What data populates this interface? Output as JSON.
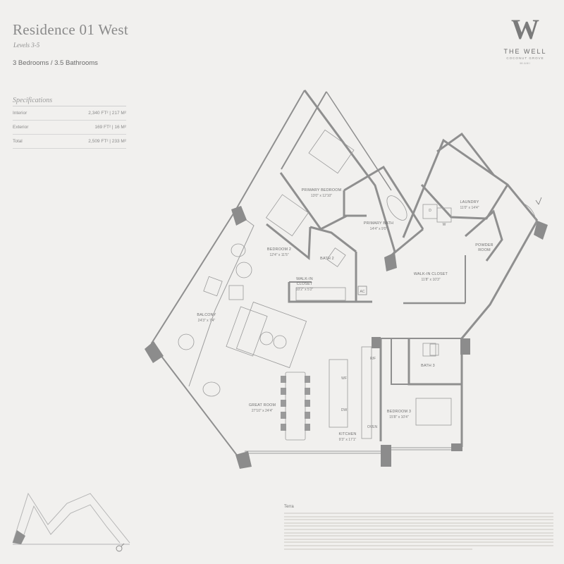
{
  "header": {
    "title": "Residence 01 West",
    "levels": "Levels 3-5",
    "bed_bath": "3 Bedrooms / 3.5 Bathrooms"
  },
  "specifications": {
    "title": "Specifications",
    "rows": [
      {
        "label": "Interior",
        "value": "2,340 FT² | 217 M²"
      },
      {
        "label": "Exterior",
        "value": "169 FT² | 16 M²"
      },
      {
        "label": "Total",
        "value": "2,509 FT² | 233 M²"
      }
    ]
  },
  "brand": {
    "monogram": "W",
    "name": "THE WELL",
    "location": "COCONUT GROVE",
    "city": "MIAMI"
  },
  "rooms": {
    "primary_bedroom": {
      "name": "PRIMARY BEDROOM",
      "dim": "13'0\" x 12'10\""
    },
    "primary_bath": {
      "name": "PRIMARY BATH",
      "dim": "14'4\" x 9'0\""
    },
    "laundry": {
      "name": "LAUNDRY",
      "dim": "11'0\" x 14'4\""
    },
    "powder_room": {
      "name1": "POWDER",
      "name2": "ROOM"
    },
    "walkin_closet_main": {
      "name": "WALK-IN CLOSET",
      "dim": "11'8\" x 10'3\""
    },
    "bedroom2": {
      "name": "BEDROOM 2",
      "dim": "12'4\" x 11'5\""
    },
    "bath2": {
      "name": "BATH 2"
    },
    "walkin_closet_2": {
      "name1": "WALK-IN",
      "name2": "CLOSET",
      "dim": "10'2\" x 5'2\""
    },
    "balcony": {
      "name": "BALCONY",
      "dim": "24'3\" x 7'4\""
    },
    "great_room": {
      "name": "GREAT ROOM",
      "dim": "27'10\" x 24'4\""
    },
    "kitchen": {
      "name": "KITCHEN",
      "dim": "9'3\" x 17'1\""
    },
    "bath3": {
      "name": "BATH 3"
    },
    "bedroom3": {
      "name": "BEDROOM 3",
      "dim": "15'8\" x 10'4\""
    }
  },
  "fixtures": {
    "ac": "AC",
    "wf": "WF",
    "dw": "DW",
    "oven": "OVEN",
    "rf": "R/F",
    "dryer": "D",
    "washer": "W"
  },
  "footer": {
    "developer": "Terra"
  },
  "colors": {
    "background": "#f1f0ee",
    "wall": "#8f8f8f",
    "column": "#8c8c8c",
    "line": "#9c9c9c",
    "text": "#6f6f6f"
  }
}
